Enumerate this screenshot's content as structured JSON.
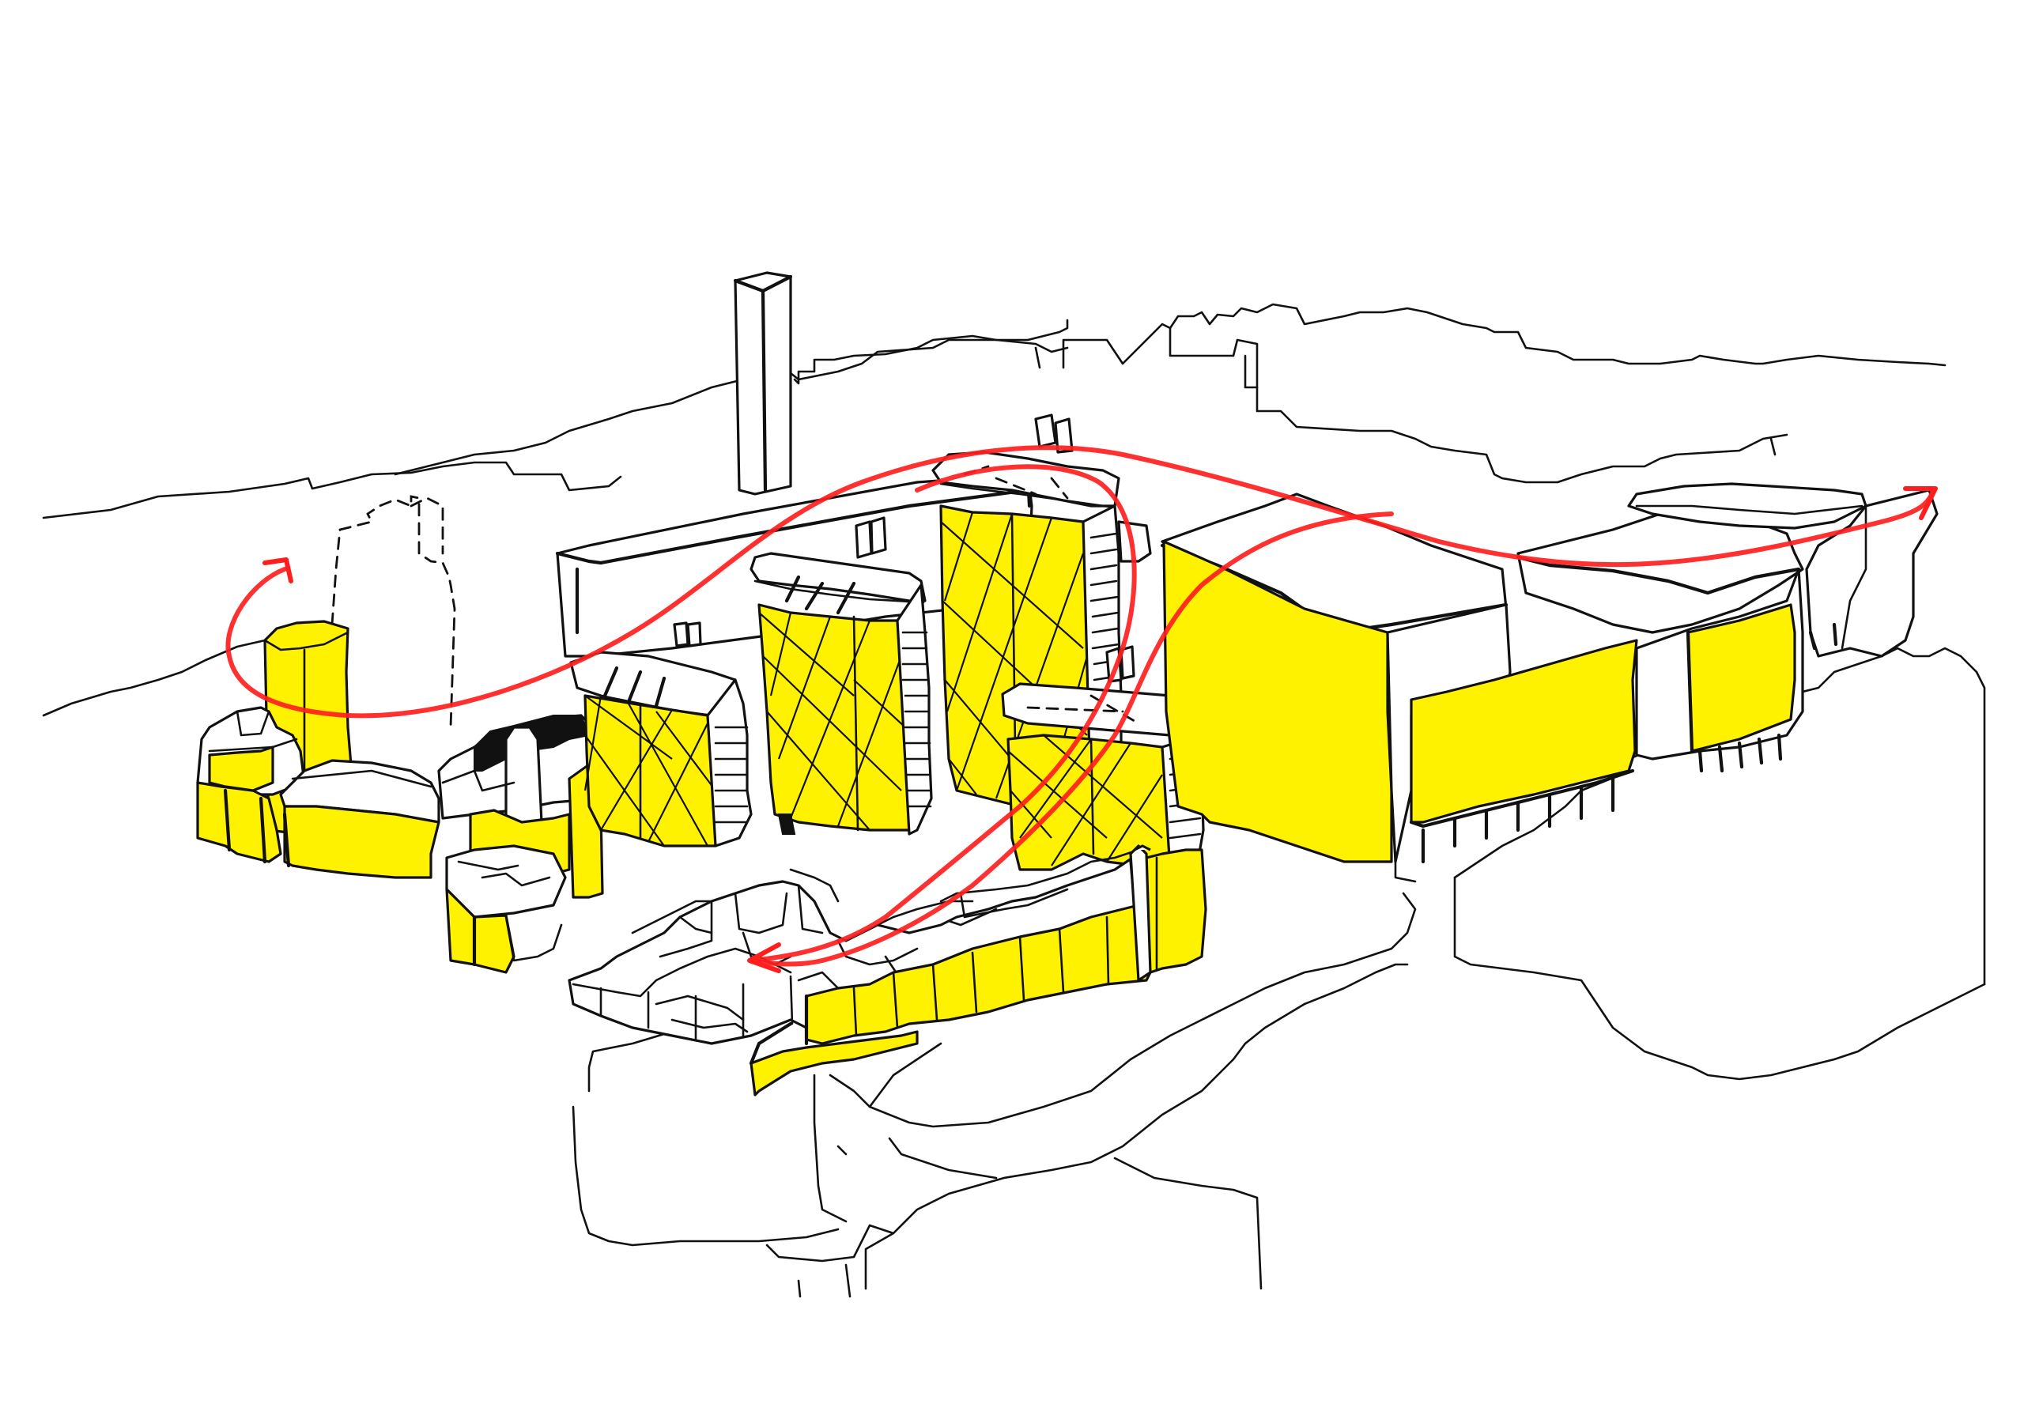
{
  "diagram": {
    "kind": "axonometric-urban-massing-sketch",
    "colors": {
      "highlight_fill": "#FFF200",
      "ink": "#111111",
      "movement_route": "#FF1E1E",
      "background": "#FFFFFF"
    },
    "elements": {
      "highlighted_buildings": 9,
      "movement_routes": 3,
      "arrowheads": 3
    }
  }
}
